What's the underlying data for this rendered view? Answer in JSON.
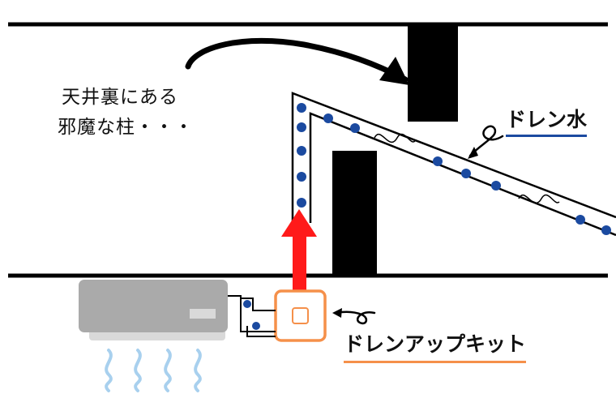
{
  "labels": {
    "obstacle_line1": "天井裏にある",
    "obstacle_line2": "邪魔な柱・・・",
    "drain_water": "ドレン水",
    "drain_up_kit": "ドレンアップキット"
  },
  "colors": {
    "line": "#000000",
    "water_dot": "#1b4aa0",
    "arrow_red": "#ff1a1a",
    "kit_orange": "#f5904a",
    "ac_gray": "#aaaaaa",
    "ac_base": "#d9d9d9",
    "airflow_blue": "#a8d0ee"
  }
}
